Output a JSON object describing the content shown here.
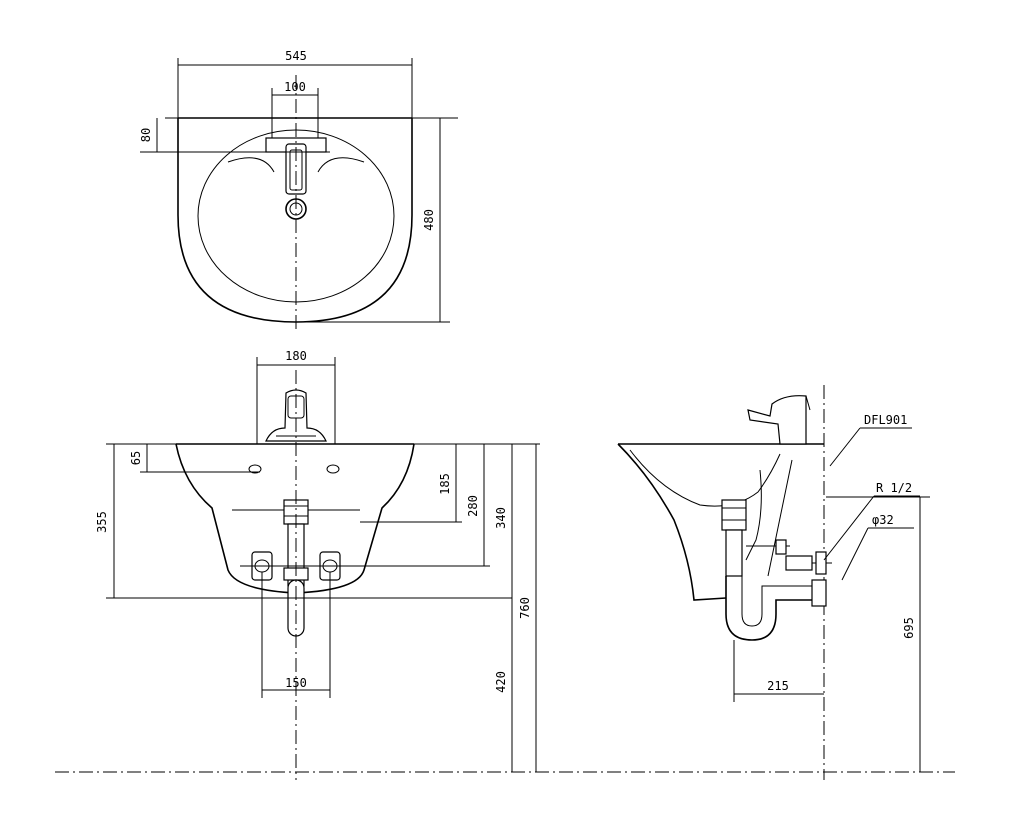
{
  "dimensions": {
    "basin_width": "545",
    "tap_hole_span": "100",
    "tap_offset": "80",
    "basin_depth": "480",
    "tap_width": "180",
    "hole_drop": "65",
    "basin_height": "355",
    "drop_185": "185",
    "drop_280": "280",
    "drop_340": "340",
    "rim_height": "760",
    "supply_height": "420",
    "supply_span": "150",
    "trap_projection": "215",
    "outlet_height": "695"
  },
  "labels": {
    "waste_model": "DFL901",
    "supply_thread": "R 1/2",
    "waste_diameter": "φ32"
  }
}
